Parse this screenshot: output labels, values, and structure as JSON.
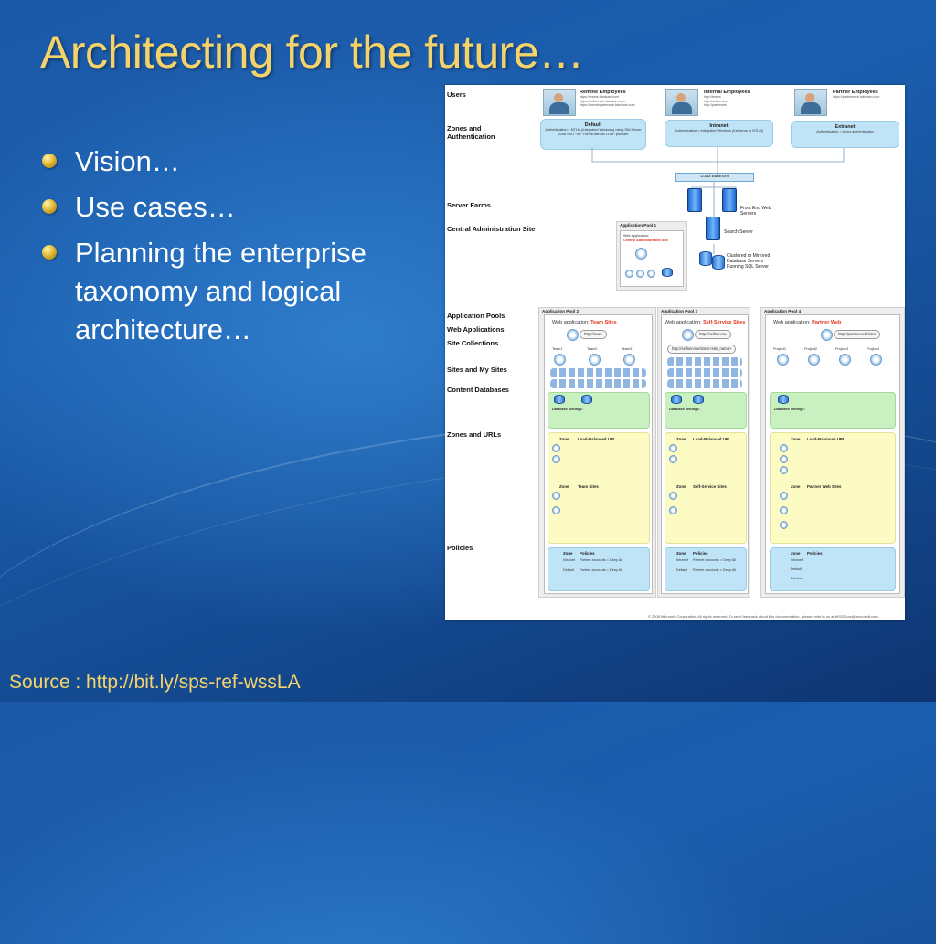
{
  "slide": {
    "title": "Architecting for the future…",
    "bullets": [
      "Vision…",
      "Use cases…",
      "Planning the enterprise taxonomy and logical architecture…"
    ],
    "source": "Source : http://bit.ly/sps-ref-wssLA"
  },
  "diagram": {
    "row_labels": {
      "users": "Users",
      "zones_auth": "Zones and Authentication",
      "server_farms": "Server Farms",
      "central_admin": "Central Administration Site",
      "app_pools": "Application Pools",
      "web_apps": "Web Applications",
      "site_collections": "Site Collections",
      "sites": "Sites and My Sites",
      "content_dbs": "Content Databases",
      "zones_urls": "Zones and URLs",
      "policies": "Policies"
    },
    "users": [
      {
        "title": "Remote Employees",
        "urls": [
          "https://teams.fabrikam.com",
          "https://selfservice.fabrikam.com",
          "https://remoteparterweb.fabrikam.com"
        ]
      },
      {
        "title": "Internal Employees",
        "urls": [
          "http://teams",
          "http://selfservice",
          "http://parterweb"
        ]
      },
      {
        "title": "Partner Employees",
        "urls": [
          "https://partnerweb.fabrikam.com"
        ]
      }
    ],
    "zones": [
      {
        "title": "Default",
        "auth": "Authentication = NTLM (Integrated Windows) using ISA Server 2006 SSO ~or~ Forms with an LDAP provider"
      },
      {
        "title": "Intranet",
        "auth": "Authentication = Integrated Windows (Kerberos or NTLM)"
      },
      {
        "title": "Extranet",
        "auth": "Authentication = forms authentication"
      }
    ],
    "load_balancer": "Load Balancer",
    "front_end": "Front End Web Servers",
    "search": "Search Server",
    "sql": "Clustered or Mirrored Database Servers Running SQL Server",
    "central_pool": {
      "title": "Application Pool 1",
      "wa_prefix": "Web application:",
      "wa_name": "Central Administration Site"
    },
    "pools": [
      {
        "title": "Application Pool 2",
        "wa_name": "Team Sites",
        "url": "http://team",
        "subsites": [
          "Team1",
          "Team2",
          "Team3"
        ],
        "zone_hdr": "Load-Balanced URL",
        "zone2_hdr": "Team Sites"
      },
      {
        "title": "Application Pool 3",
        "wa_name": "Self-Service Sites",
        "url": "http://selfservice",
        "subsites": [
          "http://selfservice/sites/<site_name>"
        ],
        "zone_hdr": "Load-Balanced URL",
        "zone2_hdr": "Self-Service Sites"
      },
      {
        "title": "Application Pool 4",
        "wa_name": "Partner Web",
        "url": "http://partnerweb/sites",
        "subsites": [
          "Project1",
          "Project2",
          "Project3",
          "Project4"
        ],
        "zone_hdr": "Load-Balanced URL",
        "zone2_hdr": "Partner Web Sites"
      }
    ],
    "wa_prefix": "Web application:",
    "db_settings_label": "Database settings:",
    "zone_col": "Zone",
    "policies_col": "Policies",
    "policy_rows": [
      {
        "zone": "Intranet",
        "policy": "Partner accounts = Deny All"
      },
      {
        "zone": "Default",
        "policy": "Partner accounts = Deny All"
      }
    ],
    "partner_policy_zones": [
      "Intranet",
      "Default",
      "Extranet"
    ],
    "copyright": "© 2008 Microsoft Corporation. All rights reserved. To send feedback about this documentation, please write to us at WSSDocs@microsoft.com."
  }
}
